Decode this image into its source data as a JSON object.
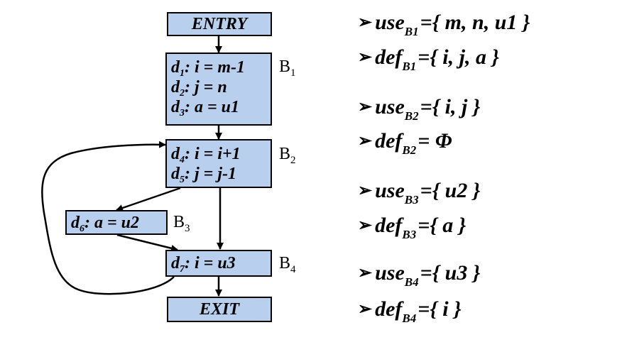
{
  "nodes": {
    "entry": "ENTRY",
    "exit": "EXIT",
    "b1": {
      "label": "B",
      "label_sub": "1",
      "lines": [
        {
          "pre": "d",
          "sub": "1",
          "post": ": i = m-1"
        },
        {
          "pre": "d",
          "sub": "2",
          "post": ": j = n"
        },
        {
          "pre": "d",
          "sub": "3",
          "post": ": a = u1"
        }
      ]
    },
    "b2": {
      "label": "B",
      "label_sub": "2",
      "lines": [
        {
          "pre": "d",
          "sub": "4",
          "post": ": i = i+1"
        },
        {
          "pre": "d",
          "sub": "5",
          "post": ": j = j-1"
        }
      ]
    },
    "b3": {
      "label": "B",
      "label_sub": "3",
      "lines": [
        {
          "pre": "d",
          "sub": "6",
          "post": ": a = u2"
        }
      ]
    },
    "b4": {
      "label": "B",
      "label_sub": "4",
      "lines": [
        {
          "pre": "d",
          "sub": "7",
          "post": ": i = u3"
        }
      ]
    }
  },
  "equations": [
    {
      "arrow": "➢",
      "kind": "use",
      "block": "B1",
      "rhs": "={ m, n, u1 }"
    },
    {
      "arrow": "➢",
      "kind": "def",
      "block": "B1",
      "rhs": "={ i, j, a }"
    },
    {
      "arrow": "➢",
      "kind": "use",
      "block": "B2",
      "rhs": "={ i, j }"
    },
    {
      "arrow": "➢",
      "kind": "def",
      "block": "B2",
      "rhs": "= Φ"
    },
    {
      "arrow": "➢",
      "kind": "use",
      "block": "B3",
      "rhs": "={ u2 }"
    },
    {
      "arrow": "➢",
      "kind": "def",
      "block": "B3",
      "rhs": "={ a }"
    },
    {
      "arrow": "➢",
      "kind": "use",
      "block": "B4",
      "rhs": "={ u3 }"
    },
    {
      "arrow": "➢",
      "kind": "def",
      "block": "B4",
      "rhs": "={ i }"
    }
  ],
  "colors": {
    "block_fill": "#b9cfee",
    "stroke": "#000000"
  }
}
